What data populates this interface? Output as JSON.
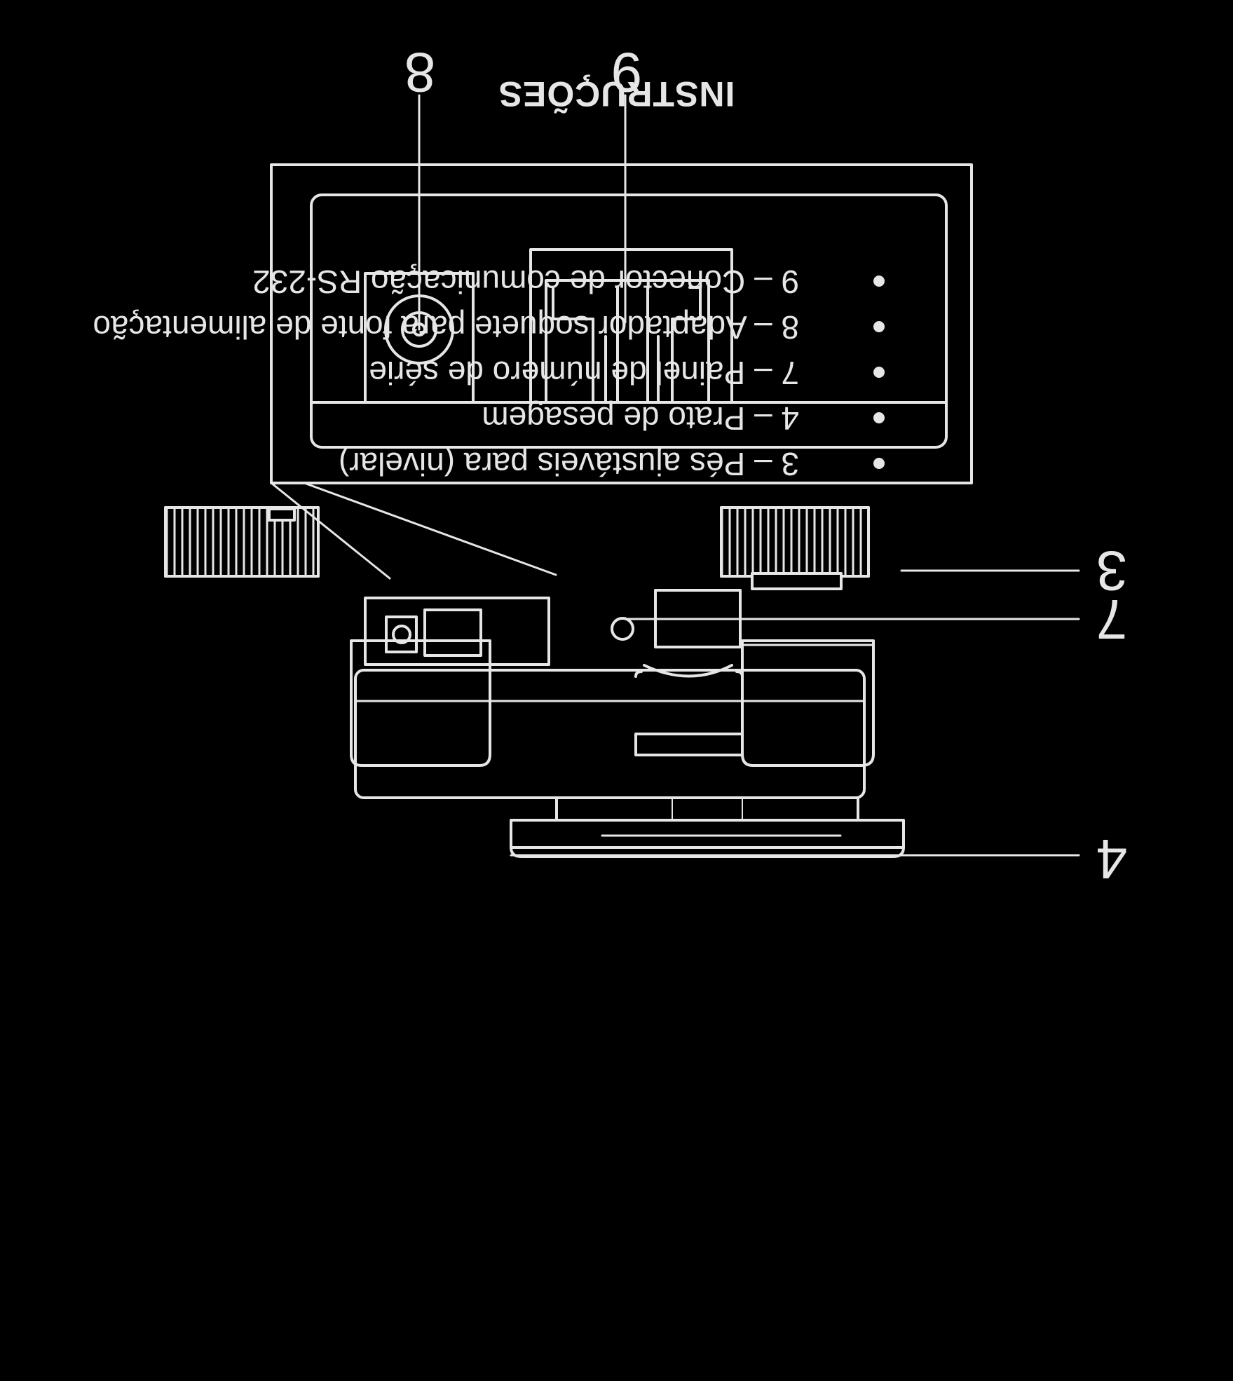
{
  "title": "INSTRUÇÕES",
  "callouts": [
    "3",
    "7",
    "4",
    "8",
    "9"
  ],
  "legend": [
    "3 – Pés ajustáveis para (nivelar)",
    "4 – Prato de pesagem",
    "7 – Painel de número de série",
    "8 – Adaptador soquete para fonte de alimentação",
    "9 – Conector de comunicação RS-232"
  ],
  "colors": {
    "background": "#000000",
    "line": "#e6e6e6"
  }
}
